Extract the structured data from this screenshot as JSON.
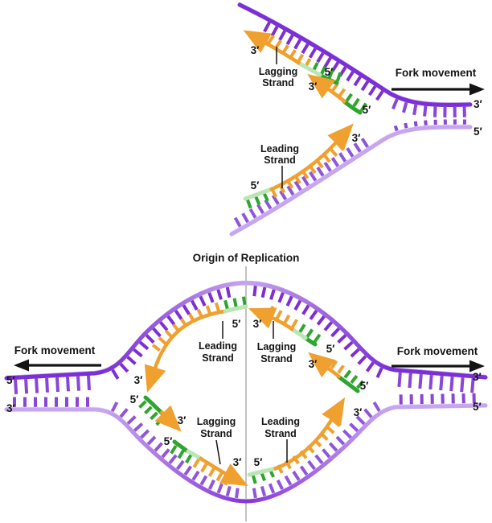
{
  "figure": {
    "origin_title": "Origin of Replication",
    "labels": {
      "fork_movement": "Fork movement",
      "lagging_line1": "Lagging",
      "lagging_line2": "Strand",
      "leading_line1": "Leading",
      "leading_line2": "Strand",
      "three_prime": "3′",
      "five_prime": "5′"
    },
    "colors": {
      "parental_strand_dark": "#7b2fd6",
      "parental_strand_light": "#c6a6ee",
      "strand_highlight_dark": "#c9aaf0",
      "strand_highlight_light": "#e8def8",
      "template_base_dark": "#7d2fd2",
      "template_base_light": "#9055da",
      "duplex_base": "#8a46d4",
      "new_strand_orange": "#f0a02e",
      "primer_green": "#2fa52f",
      "primer_backbone_pale_green": "#b9e6b4",
      "origin_line_gray": "#b3b3b8",
      "label_text": "#141414"
    }
  }
}
